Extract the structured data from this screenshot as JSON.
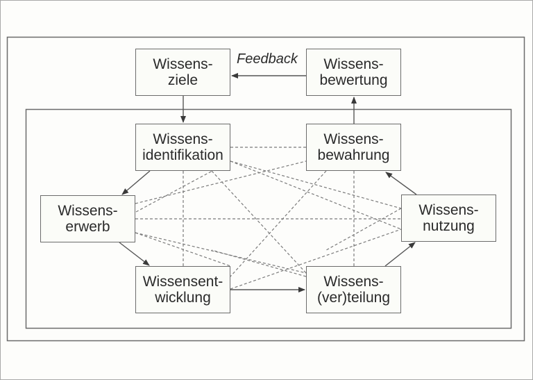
{
  "diagram": {
    "feedback_label": "Feedback",
    "nodes": {
      "ziele": [
        "Wissens-",
        "ziele"
      ],
      "bewertung": [
        "Wissens-",
        "bewertung"
      ],
      "identifikation": [
        "Wissens-",
        "identifikation"
      ],
      "bewahrung": [
        "Wissens-",
        "bewahrung"
      ],
      "erwerb": [
        "Wissens-",
        "erwerb"
      ],
      "nutzung": [
        "Wissens-",
        "nutzung"
      ],
      "entwicklung": [
        "Wissensent-",
        "wicklung"
      ],
      "verteilung": [
        "Wissens-",
        "(ver)teilung"
      ]
    },
    "edges_solid": [
      [
        "bewertung",
        "ziele",
        "feedback"
      ],
      [
        "ziele",
        "identifikation"
      ],
      [
        "identifikation",
        "erwerb"
      ],
      [
        "erwerb",
        "entwicklung"
      ],
      [
        "entwicklung",
        "verteilung"
      ],
      [
        "verteilung",
        "nutzung"
      ],
      [
        "nutzung",
        "bewahrung"
      ],
      [
        "bewahrung",
        "bewertung"
      ]
    ],
    "edges_dashed": "all pairs among the six inner nodes"
  }
}
